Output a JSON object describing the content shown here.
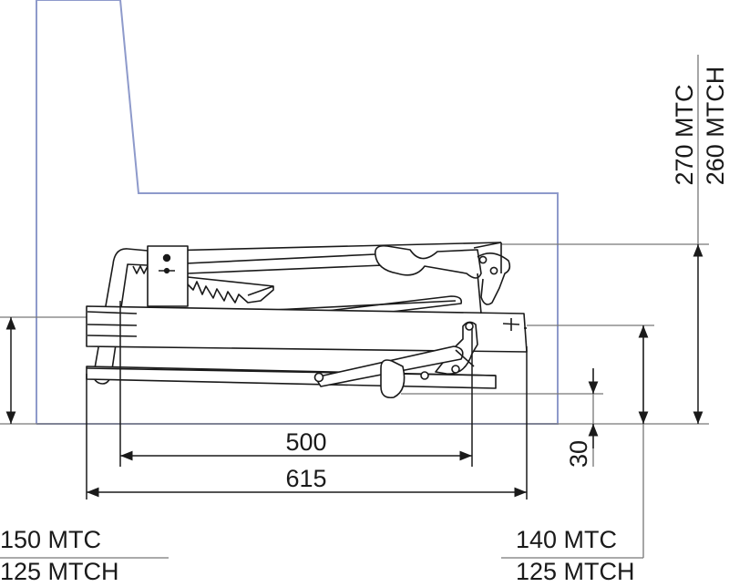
{
  "dimensions": {
    "width_500": "500",
    "width_615": "615",
    "clearance_30": "30",
    "height_270_mtc": "270 MTC",
    "height_260_mtch": "260 MTCH",
    "left_150_mtc": "150 MTC",
    "left_125_mtch": "125 MTCH",
    "right_140_mtc": "140 MTC",
    "right_125_mtch": "125 MTCH"
  },
  "colors": {
    "outline": "#8e9acb",
    "line": "#1a1a1a",
    "gray_line": "#777777",
    "fill": "#ffffff"
  }
}
